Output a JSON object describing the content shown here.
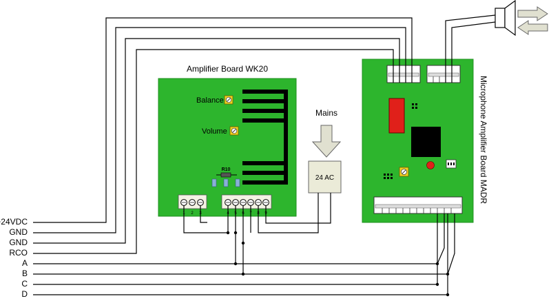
{
  "wk20": {
    "title": "Amplifier Board WK20",
    "balance_label": "Balance",
    "volume_label": "Volume",
    "resistor_label": "R10",
    "terminals": [
      "1",
      "2",
      "3",
      "4",
      "5",
      "6",
      "7",
      "8",
      "9"
    ]
  },
  "mains": {
    "label": "Mains",
    "transformer_label": "24 AC"
  },
  "madr": {
    "title": "Microphone Amplifier Board MADR"
  },
  "signals": [
    "+24VDC",
    "GND",
    "GND",
    "RCO",
    "A",
    "B",
    "C",
    "D"
  ],
  "colors": {
    "board_green": "#2db52d",
    "board_border": "#1f8f1f",
    "wire": "#000000",
    "terminal_block": "#f4f2e4",
    "transformer_fill": "#ebebd8",
    "pot_yellow": "#f0d020",
    "ic_black": "#000000",
    "relay_red": "#e0201a",
    "arrow_fill": "#e0e0d0"
  },
  "icons": {
    "speaker": "speaker-icon",
    "sound_out": "arrow-right-icon",
    "sound_in": "arrow-left-icon",
    "mains_arrow": "arrow-down-icon"
  }
}
